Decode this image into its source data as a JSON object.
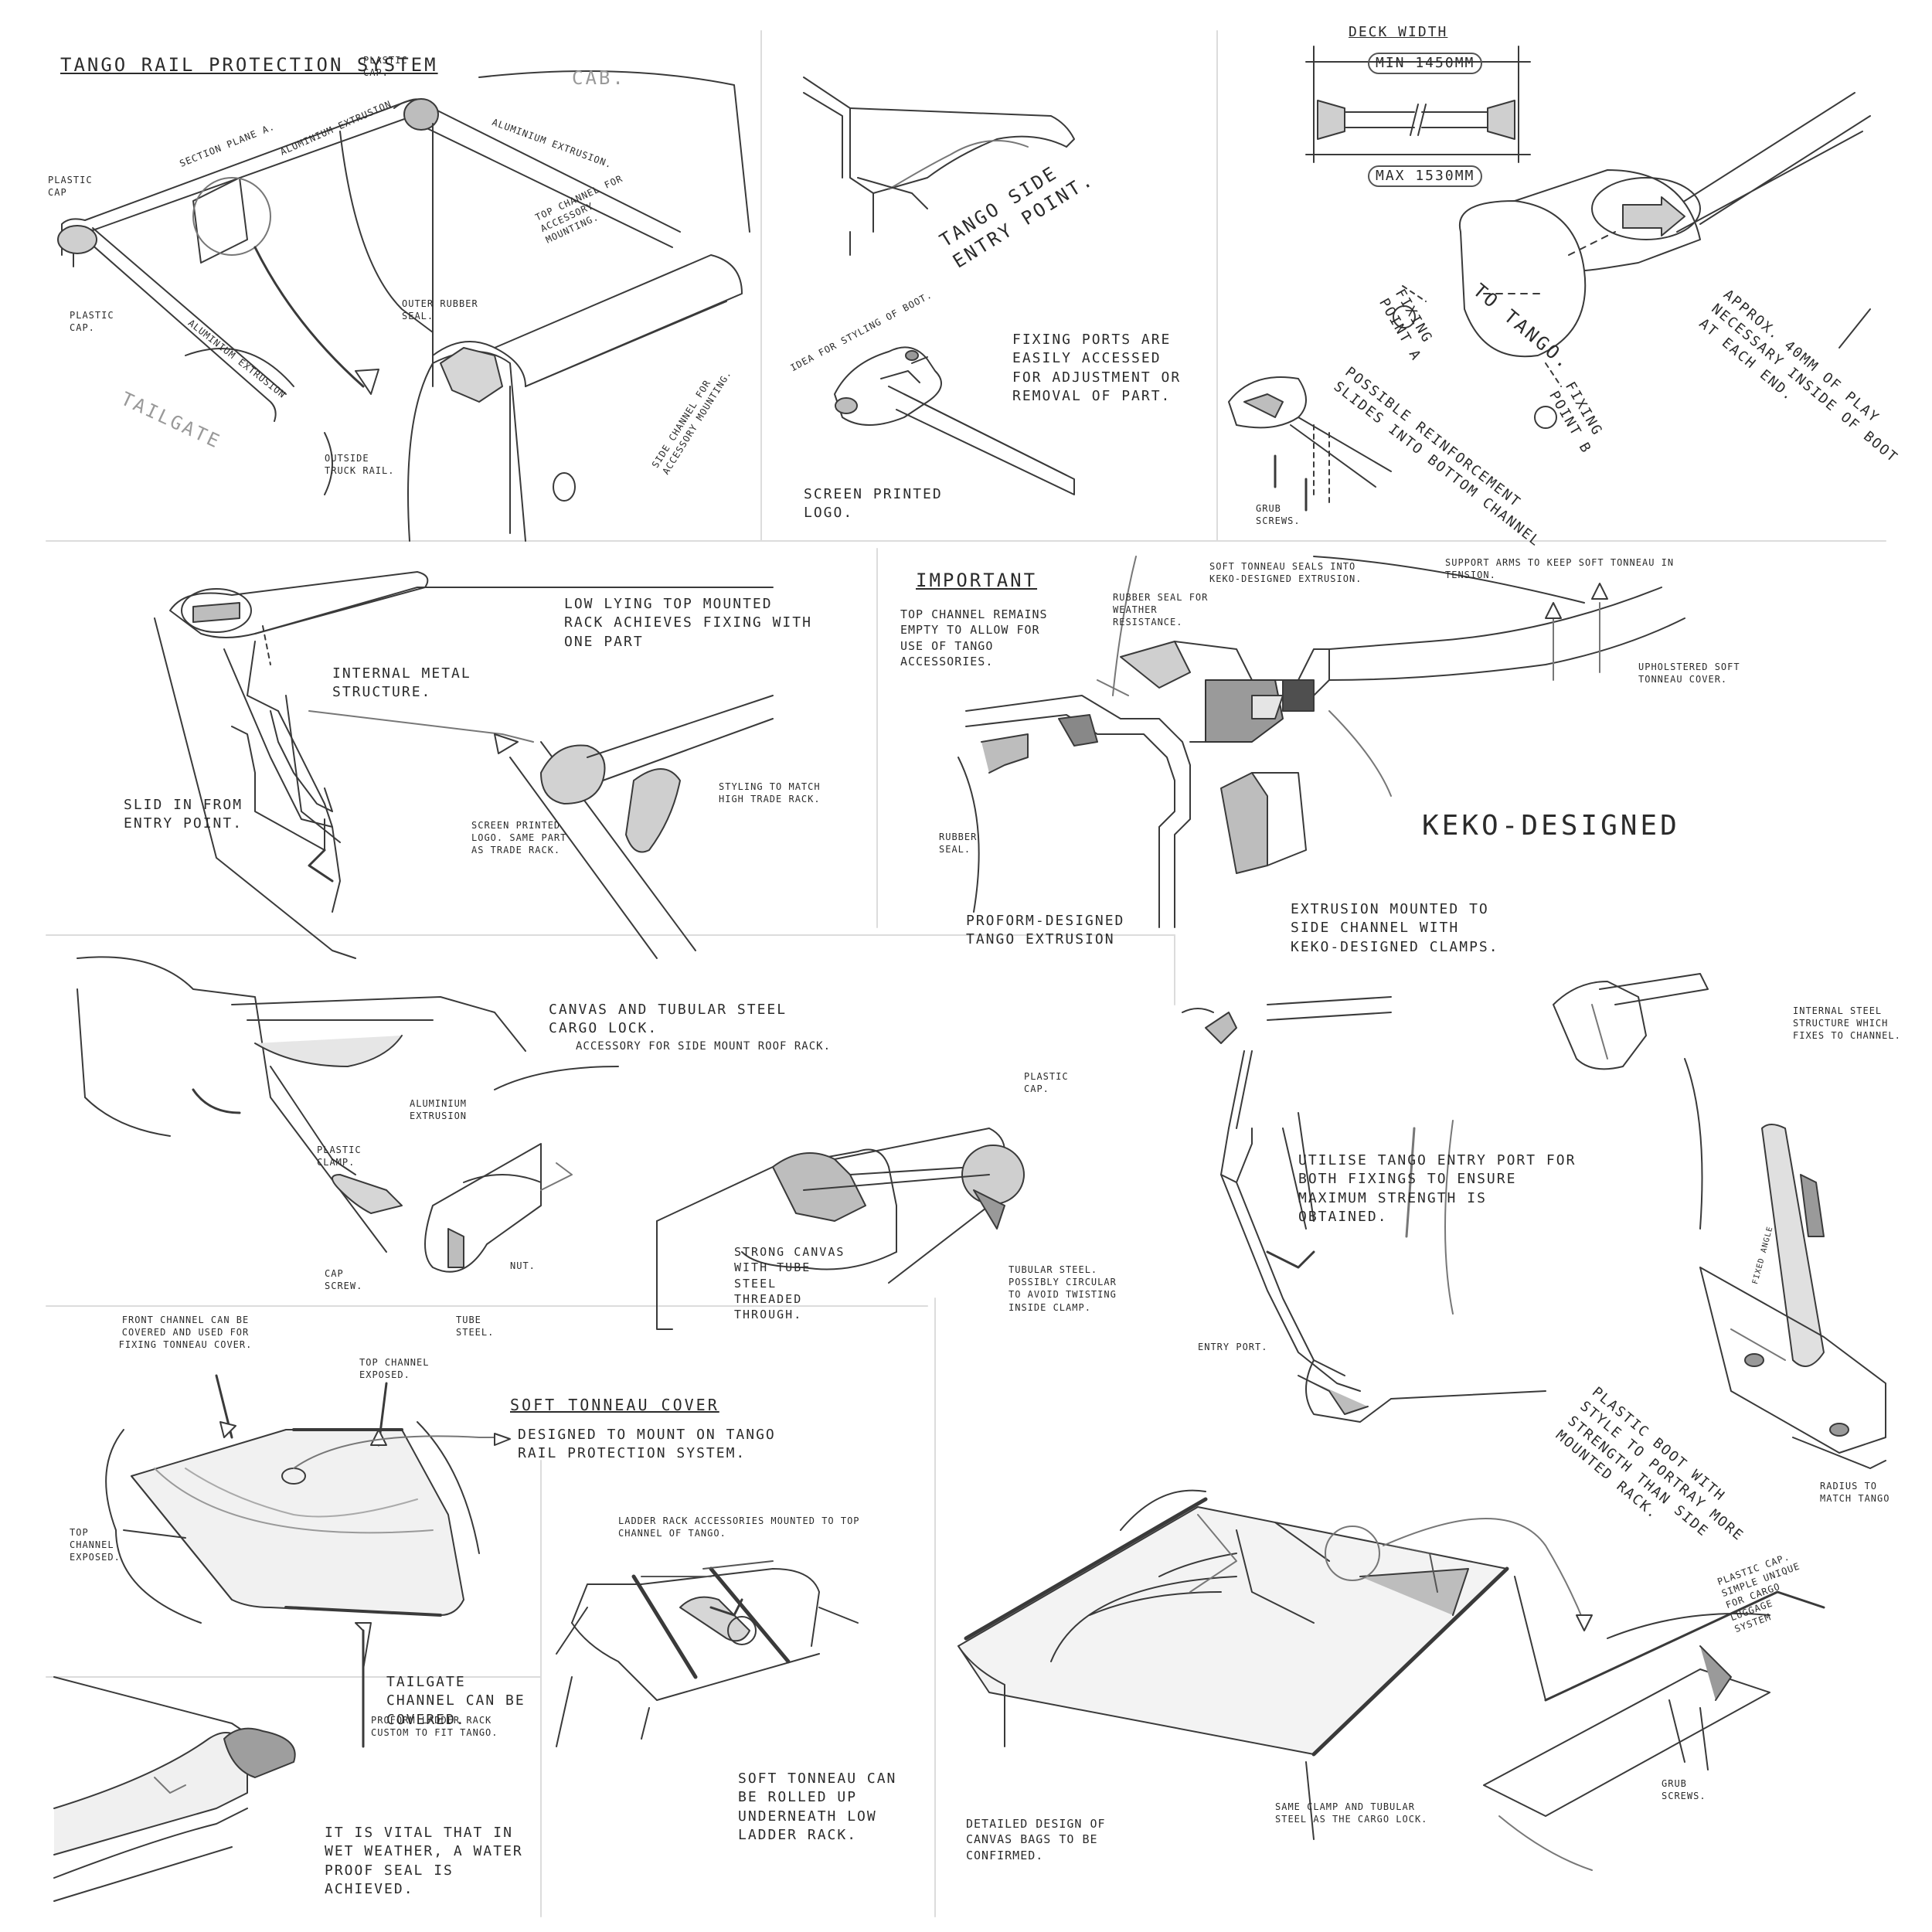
{
  "labels": {
    "tango_title": "TANGO RAIL PROTECTION SYSTEM",
    "plastic_cap_1": "PLASTIC CAP.",
    "plastic_cap_2": "PLASTIC CAP",
    "plastic_cap_3": "PLASTIC CAP.",
    "cab": "CAB.",
    "section_plane": "SECTION PLANE A.",
    "alu_extrusion_1": "ALUMINIUM EXTRUSION",
    "alu_extrusion_2": "ALUMINIUM EXTRUSION.",
    "alu_extrusion_3": "ALUMINIUM EXTRUSION",
    "tailgate": "TAILGATE",
    "top_channel_accessory": "TOP CHANNEL FOR ACCESSORY MOUNTING.",
    "outer_rubber_seal": "OUTER RUBBER SEAL.",
    "side_channel": "SIDE CHANNEL FOR ACCESSORY MOUNTING.",
    "outside_truck_rail": "OUTSIDE TRUCK RAIL.",
    "tango_side_entry": "TANGO SIDE ENTRY POINT.",
    "idea_styling_boot": "IDEA FOR STYLING OF BOOT.",
    "fixing_ports": "FIXING PORTS ARE EASILY ACCESSED FOR ADJUSTMENT OR REMOVAL OF PART.",
    "screen_printed_logo_1": "SCREEN PRINTED LOGO.",
    "deck_width": "DECK WIDTH",
    "min_width": "MIN 1450mm",
    "max_width": "MAX 1530mm",
    "fixing_point_a": "FIXING POINT A",
    "to_tango": "TO TANGO.",
    "fixing_point_b": "FIXING POINT B",
    "approx_play": "APPROX. 40mm OF PLAY NECESSARY INSIDE OF BOOT AT EACH END.",
    "possible_reinforcement": "POSSIBLE REINFORCEMENT SLIDES INTO BOTTOM CHANNEL",
    "grub_screws_1": "GRUB SCREWS.",
    "low_lying": "LOW LYING TOP MOUNTED RACK ACHIEVES FIXING WITH ONE PART",
    "internal_metal": "INTERNAL METAL STRUCTURE.",
    "slid_in": "SLID IN FROM ENTRY POINT.",
    "screen_printed_logo_2": "SCREEN PRINTED LOGO. SAME PART AS TRADE RACK.",
    "styling_match": "STYLING TO MATCH HIGH TRADE RACK.",
    "important": "IMPORTANT",
    "top_channel_empty": "TOP CHANNEL REMAINS EMPTY TO ALLOW FOR USE OF TANGO ACCESSORIES.",
    "rubber_seal_weather": "RUBBER SEAL FOR WEATHER RESISTANCE.",
    "soft_tonneau_seals": "SOFT TONNEAU SEALS INTO KEKO-DESIGNED EXTRUSION.",
    "support_arms": "SUPPORT ARMS TO KEEP SOFT TONNEAU IN TENSION.",
    "upholstered_cover": "UPHOLSTERED SOFT TONNEAU COVER.",
    "rubber_seal": "RUBBER SEAL.",
    "keko_designed": "KEKO-DESIGNED",
    "proform_extrusion": "PROFORM-DESIGNED TANGO EXTRUSION",
    "extrusion_mounted": "EXTRUSION MOUNTED TO SIDE CHANNEL WITH KEKO-DESIGNED CLAMPS.",
    "canvas_cargo_lock": "CANVAS AND TUBULAR STEEL CARGO LOCK.",
    "accessory_side_mount": "ACCESSORY FOR SIDE MOUNT ROOF RACK.",
    "plastic_clamp": "PLASTIC CLAMP.",
    "alu_extrusion_4": "ALUMINIUM EXTRUSION",
    "plastic_cap_4": "PLASTIC CAP.",
    "cap_screw": "CAP SCREW.",
    "nut": "NUT.",
    "tube_steel": "TUBE STEEL.",
    "strong_canvas": "STRONG CANVAS WITH TUBE STEEL THREADED THROUGH.",
    "tubular_steel": "TUBULAR STEEL. POSSIBLY CIRCULAR TO AVOID TWISTING INSIDE CLAMP.",
    "internal_steel": "INTERNAL STEEL STRUCTURE WHICH FIXES TO CHANNEL.",
    "utilise_tango": "UTILISE TANGO ENTRY PORT FOR BOTH FIXINGS TO ENSURE MAXIMUM STRENGTH IS OBTAINED.",
    "entry_port": "ENTRY PORT.",
    "fixed_angle": "FIXED ANGLE",
    "plastic_boot": "PLASTIC BOOT WITH STYLE TO PORTRAY MORE STRENGTH THAN SIDE MOUNTED RACK.",
    "radius_tango": "RADIUS TO MATCH TANGO",
    "front_channel": "FRONT CHANNEL CAN BE COVERED AND USED FOR FIXING TONNEAU COVER.",
    "top_channel_exposed_1": "TOP CHANNEL EXPOSED.",
    "soft_tonneau_title": "SOFT TONNEAU COVER",
    "designed_to_mount": "DESIGNED TO MOUNT ON TANGO RAIL PROTECTION SYSTEM.",
    "top_channel_exposed_2": "TOP CHANNEL EXPOSED.",
    "tailgate_channel": "TAILGATE CHANNEL CAN BE COVERED.",
    "ladder_rack_accessories": "LADDER RACK ACCESSORIES MOUNTED TO TOP CHANNEL OF TANGO.",
    "soft_tonneau_rolled": "SOFT TONNEAU CAN BE ROLLED UP UNDERNEATH LOW LADDER RACK.",
    "proform_ladder": "PROFORM LADDER RACK CUSTOM TO FIT TANGO.",
    "vital_wet_weather": "IT IS VITAL THAT IN WET WEATHER, A WATER PROOF SEAL IS ACHIEVED.",
    "detailed_canvas_bags": "DETAILED DESIGN OF CANVAS BAGS TO BE CONFIRMED.",
    "same_clamp": "SAME CLAMP AND TUBULAR STEEL AS THE CARGO LOCK.",
    "plastic_cap_luggage": "PLASTIC CAP. SIMPLE UNIQUE FOR CARGO LUGGAGE SYSTEM",
    "grub_screws_2": "GRUB SCREWS."
  }
}
